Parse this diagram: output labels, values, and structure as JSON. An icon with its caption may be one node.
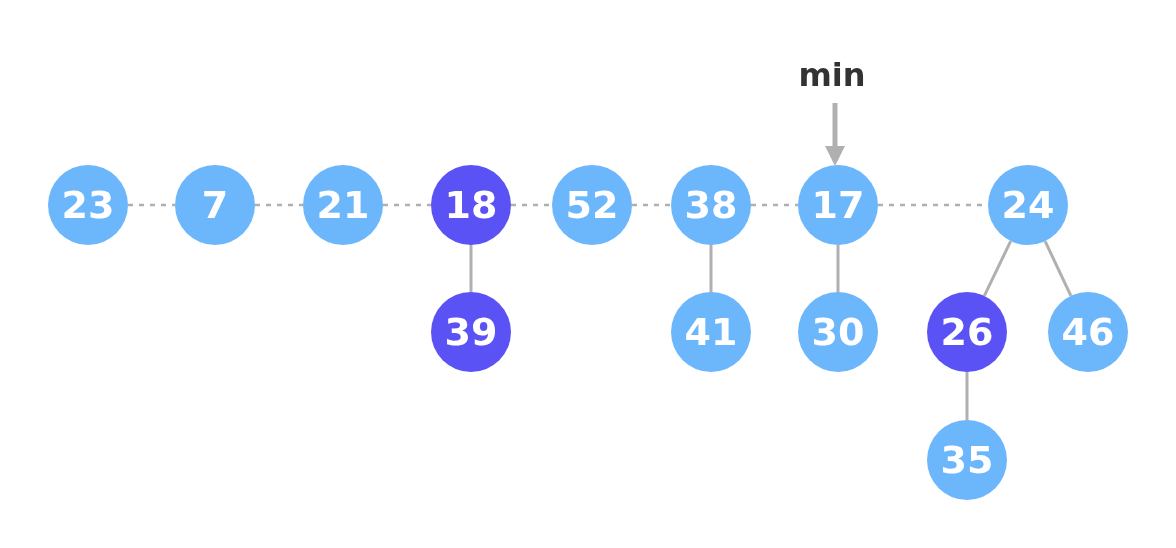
{
  "diagram": {
    "nodes": [
      {
        "text": [
          "min"
        ]
      },
      {
        "text": [
          "23"
        ]
      },
      {
        "text": [
          "7"
        ]
      },
      {
        "text": [
          "21"
        ]
      },
      {
        "text": [
          "18"
        ]
      },
      {
        "text": [
          "52"
        ]
      },
      {
        "text": [
          "38"
        ]
      },
      {
        "text": [
          "17"
        ]
      },
      {
        "text": [
          "24"
        ]
      },
      {
        "text": [
          "39"
        ]
      },
      {
        "text": [
          "41"
        ]
      },
      {
        "text": [
          "30"
        ]
      },
      {
        "text": [
          "26"
        ]
      },
      {
        "text": [
          "46"
        ]
      },
      {
        "text": [
          "35"
        ]
      }
    ],
    "edges": [
      {
        "from": 0,
        "to": 7,
        "arrow": "to",
        "style": "thick"
      },
      {
        "from": 1,
        "to": 2,
        "arrow": "none",
        "style": "dashed"
      },
      {
        "from": 2,
        "to": 3,
        "arrow": "none",
        "style": "dashed"
      },
      {
        "from": 3,
        "to": 4,
        "arrow": "none",
        "style": "dashed"
      },
      {
        "from": 4,
        "to": 5,
        "arrow": "none",
        "style": "dashed"
      },
      {
        "from": 5,
        "to": 6,
        "arrow": "none",
        "style": "dashed"
      },
      {
        "from": 6,
        "to": 7,
        "arrow": "none",
        "style": "dashed"
      },
      {
        "from": 7,
        "to": 8,
        "arrow": "none",
        "style": "dashed"
      },
      {
        "from": 4,
        "to": 9,
        "arrow": "none"
      },
      {
        "from": 6,
        "to": 10,
        "arrow": "none"
      },
      {
        "from": 7,
        "to": 11,
        "arrow": "none"
      },
      {
        "from": 8,
        "to": 12,
        "arrow": "none"
      },
      {
        "from": 8,
        "to": 13,
        "arrow": "none"
      },
      {
        "from": 12,
        "to": 14,
        "arrow": "none"
      }
    ]
  }
}
